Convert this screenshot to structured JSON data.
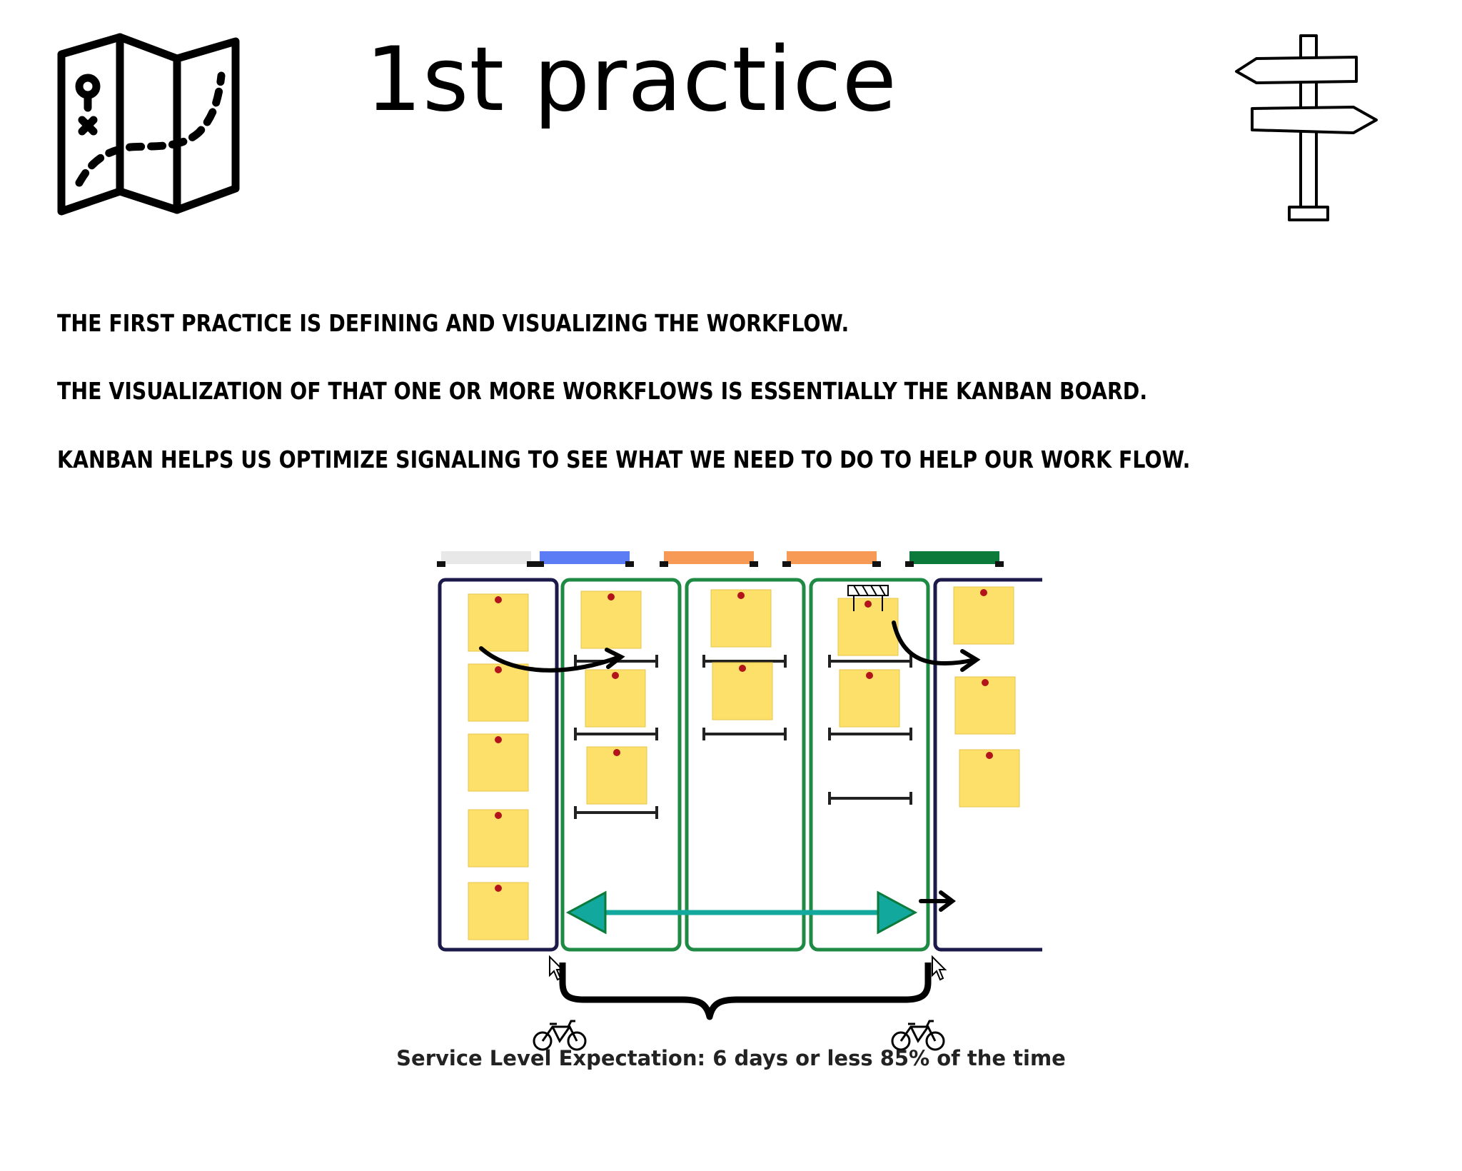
{
  "page": {
    "title": "1st practice",
    "paragraphs": [
      "THE FIRST PRACTICE IS DEFINING AND VISUALIZING THE WORKFLOW.",
      "THE VISUALIZATION OF THAT ONE OR MORE WORKFLOWS IS ESSENTIALLY THE KANBAN BOARD.",
      "KANBAN HELPS US OPTIMIZE SIGNALING TO SEE WHAT WE NEED TO DO TO HELP OUR WORK FLOW."
    ],
    "caption": "Service Level Expectation: 6 days or less 85% of the time"
  },
  "icons": {
    "map": "map-icon",
    "signpost": "signpost-icon"
  },
  "board": {
    "column_header_colors": [
      "#e8e8e8",
      "#5b7cf5",
      "#f79a55",
      "#f79a55",
      "#0b7a3a"
    ],
    "column_border_colors": [
      "#1c1a4a",
      "#1f8a44",
      "#1f8a44",
      "#1f8a44",
      "#1c1a4a"
    ],
    "note_color": "#fde06a",
    "pin_color": "#b3131a",
    "range_arrow_color": "#13a89e",
    "notes_per_column": [
      5,
      3,
      2,
      2,
      3
    ],
    "icons": [
      "blocker-icon",
      "cursor-icon",
      "bicycle-icon",
      "arrow-icon",
      "brace-icon"
    ]
  }
}
